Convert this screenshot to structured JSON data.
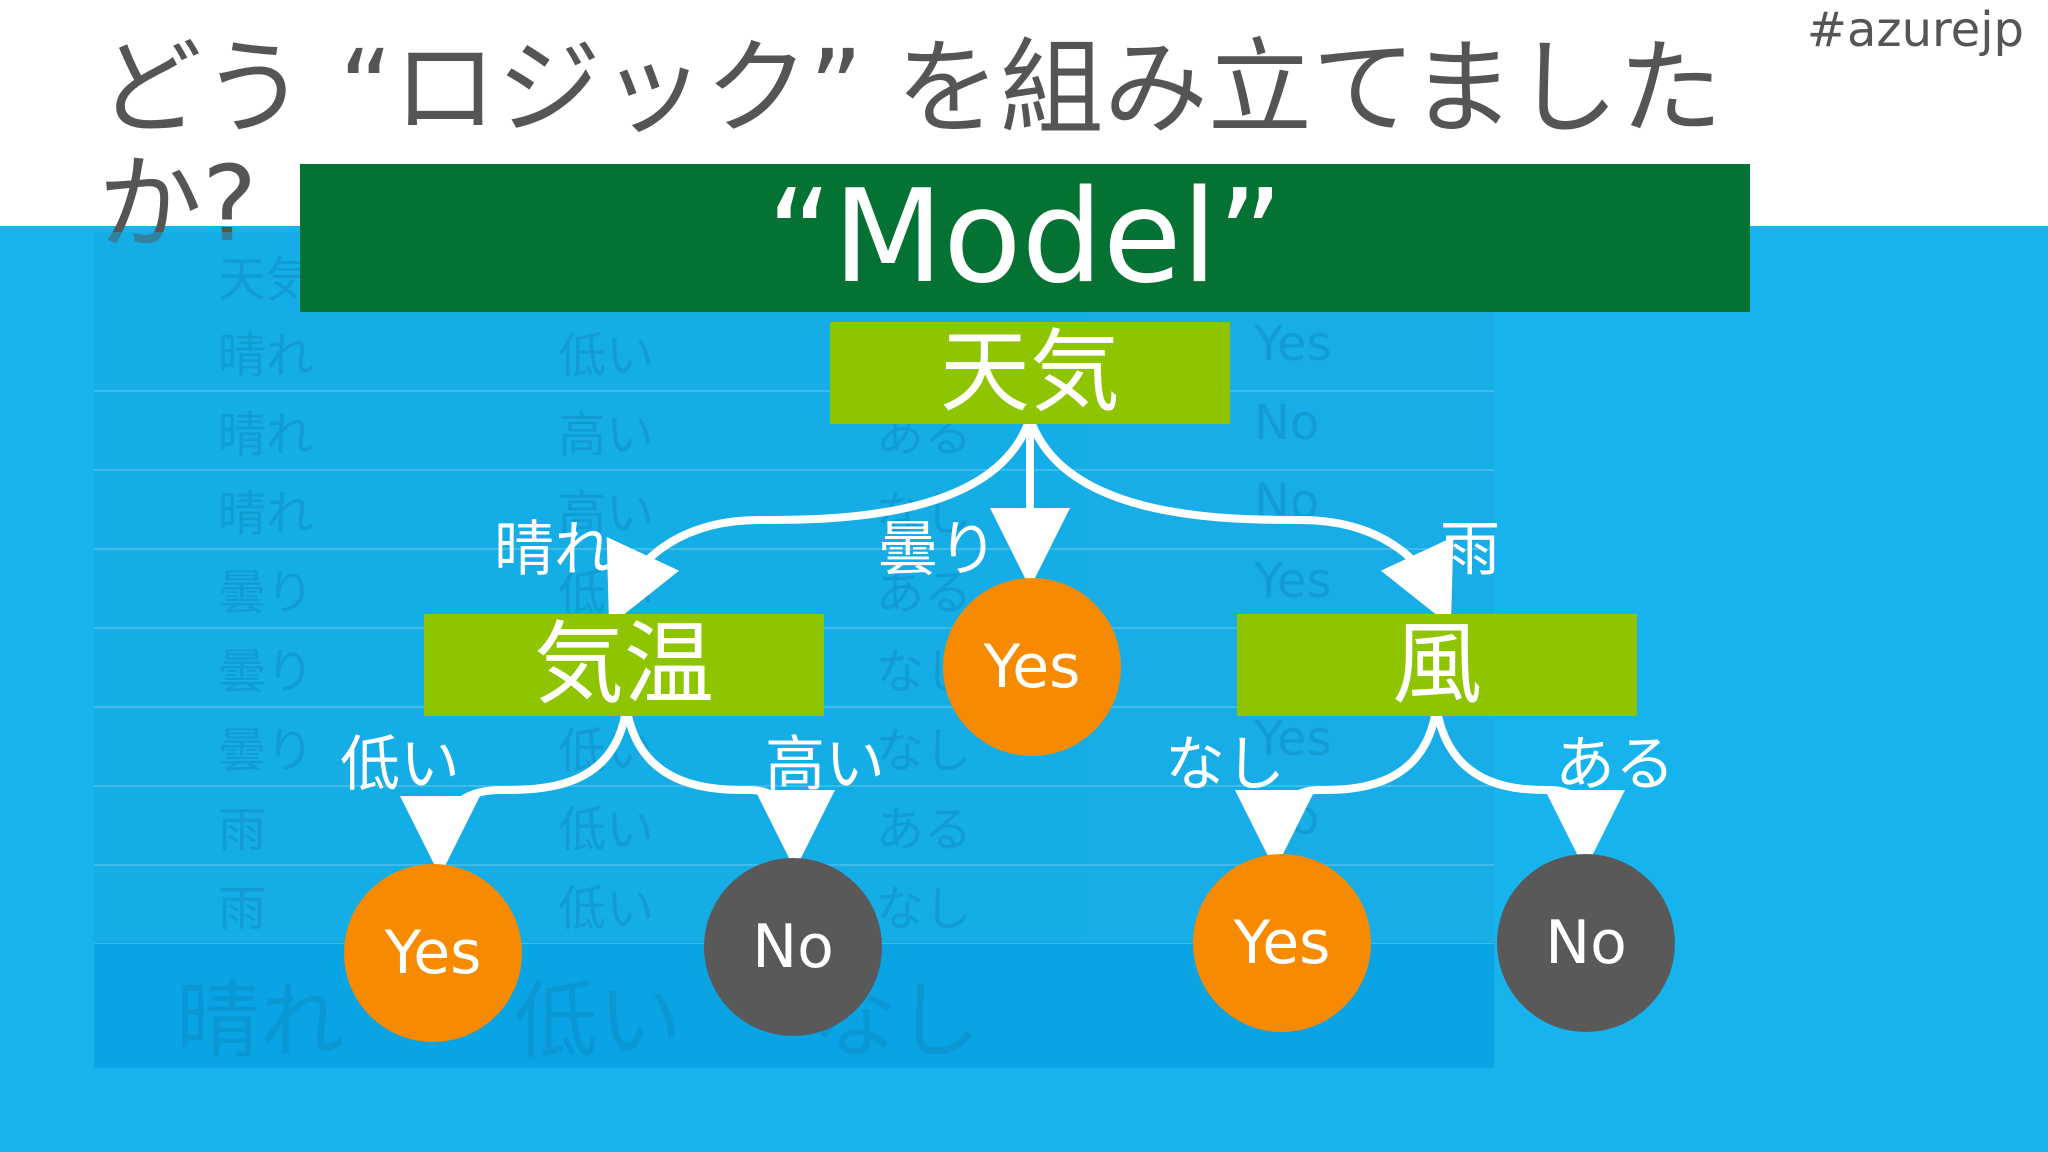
{
  "slide": {
    "title": "どう “ロジック” を組み立てましたか?",
    "hashtag": "#azurejp"
  },
  "table": {
    "header_visible": "天気",
    "rows": [
      [
        "晴れ",
        "低い",
        "",
        "Yes"
      ],
      [
        "晴れ",
        "高い",
        "ある",
        "No"
      ],
      [
        "晴れ",
        "高い",
        "なし",
        "No"
      ],
      [
        "曇り",
        "低い",
        "ある",
        "Yes"
      ],
      [
        "曇り",
        "",
        "なし",
        ""
      ],
      [
        "曇り",
        "低い",
        "なし",
        "Yes"
      ],
      [
        "雨",
        "低い",
        "ある",
        "No"
      ],
      [
        "雨",
        "低い",
        "なし",
        ""
      ]
    ],
    "query": [
      "晴れ",
      "低い",
      "なし",
      "?"
    ]
  },
  "model": {
    "banner": "“Model”",
    "root": "天気",
    "branches": {
      "sunny": "晴れ",
      "cloudy": "曇り",
      "rain": "雨"
    },
    "temp_node": "気温",
    "wind_node": "風",
    "temp_branches": {
      "low": "低い",
      "high": "高い"
    },
    "wind_branches": {
      "none": "なし",
      "some": "ある"
    },
    "leaves": {
      "cloudy": "Yes",
      "temp_low": "Yes",
      "temp_high": "No",
      "wind_none": "Yes",
      "wind_some": "No"
    }
  },
  "colors": {
    "background_blue": "#17b3ec",
    "model_banner": "#037232",
    "decision_node": "#8ec400",
    "yes_leaf": "#f88a00",
    "no_leaf": "#595959"
  }
}
